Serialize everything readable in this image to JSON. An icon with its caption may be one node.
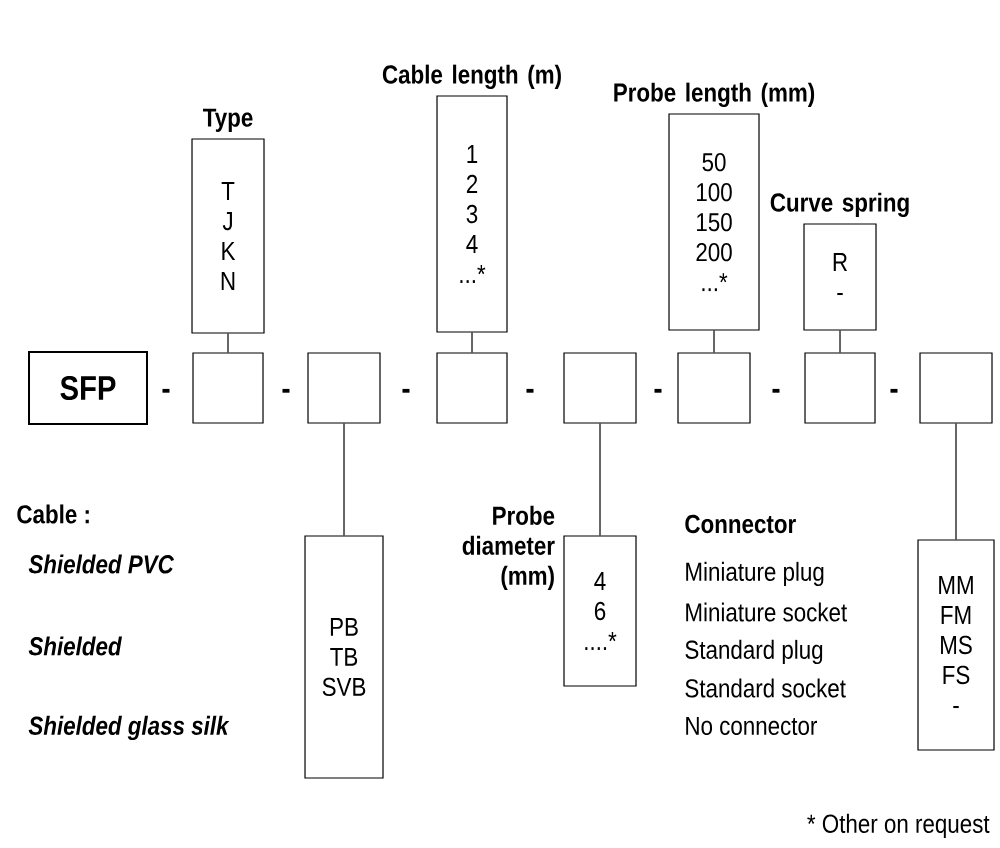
{
  "diagram": {
    "nodes": [
      {
        "text": [
          "SFP"
        ]
      },
      {
        "text": [],
        "shape": "box"
      },
      {
        "text": [],
        "shape": "box"
      },
      {
        "text": [],
        "shape": "box"
      },
      {
        "text": [],
        "shape": "box"
      },
      {
        "text": [],
        "shape": "box"
      },
      {
        "text": [],
        "shape": "box"
      },
      {
        "text": [],
        "shape": "box"
      },
      {
        "text": [
          "Type",
          "T",
          "J",
          "K",
          "N"
        ]
      },
      {
        "text": [
          "Cable length (m)",
          "1",
          "2",
          "3",
          "4",
          "...*"
        ]
      },
      {
        "text": [
          "Probe length (mm)",
          "50",
          "100",
          "150",
          "200",
          "...*"
        ]
      },
      {
        "text": [
          "Curve spring",
          "R",
          "-"
        ]
      },
      {
        "text": [
          "PB",
          "TB",
          "SVB"
        ]
      },
      {
        "text": [
          "Probe diameter (mm)",
          "4",
          "6",
          "....*"
        ]
      },
      {
        "text": [
          "MM",
          "FM",
          "MS",
          "FS",
          "-"
        ]
      }
    ],
    "edges": [
      {
        "from": 8,
        "to": 1,
        "arrow": "none"
      },
      {
        "from": 2,
        "to": 12,
        "arrow": "none"
      },
      {
        "from": 9,
        "to": 3,
        "arrow": "none"
      },
      {
        "from": 4,
        "to": 13,
        "arrow": "none"
      },
      {
        "from": 10,
        "to": 5,
        "arrow": "none"
      },
      {
        "from": 11,
        "to": 6,
        "arrow": "none"
      },
      {
        "from": 7,
        "to": 14,
        "arrow": "none"
      }
    ],
    "labels": [
      "-",
      "-",
      "-",
      "-",
      "-",
      "-",
      "-",
      "Cable :",
      "Shielded PVC",
      "Shielded",
      "Shielded glass silk",
      "Connector",
      "Miniature plug",
      "Miniature socket",
      "Standard plug",
      "Standard socket",
      "No connector",
      "* Other on request"
    ]
  }
}
